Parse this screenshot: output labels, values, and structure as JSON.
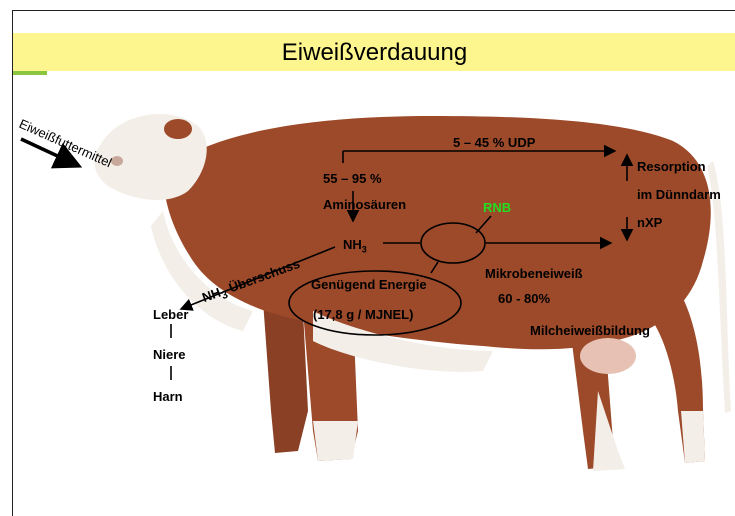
{
  "title": "Eiweißverdauung",
  "feed_label": "Eiweißfuttermittel",
  "udp_label": "5 – 45 % UDP",
  "percent_55_95": "55 – 95 %",
  "aminosauren": "Aminosäuren",
  "rnb": "RNB",
  "nh3": "NH",
  "nh3_sub": "3",
  "nh3_ueberschuss_prefix": "NH",
  "nh3_ueberschuss_sub": "3",
  "nh3_ueberschuss_suffix": " Überschuss",
  "resorption": "Resorption",
  "im_duenndarm": "im Dünndarm",
  "nxp": "nXP",
  "mikrobeneiweiss": "Mikrobeneiweiß",
  "percent_60_80": "60 - 80%",
  "genuegend_energie": "Genügend Energie",
  "energie_value": "(17,8 g / MJNEL)",
  "milcheiweiss": "Milcheiweißbildung",
  "leber": "Leber",
  "niere": "Niere",
  "harn": "Harn",
  "colors": {
    "title_bar": "#fdf58e",
    "title_accent": "#8cc63f",
    "cow_brown": "#9c4a2a",
    "cow_white": "#f3eee8",
    "rnb_green": "#22dd22"
  }
}
